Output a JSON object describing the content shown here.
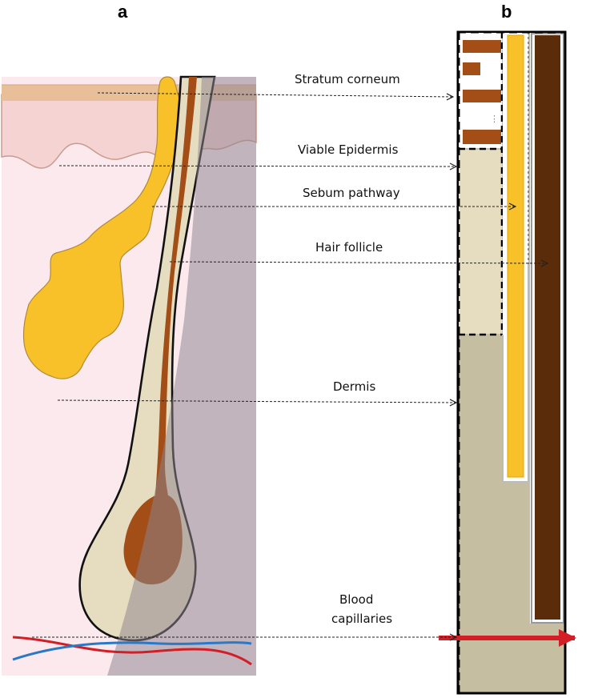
{
  "panels": {
    "a": "a",
    "b": "b"
  },
  "labels": {
    "stratum_corneum": "Stratum corneum",
    "viable_epidermis": "Viable Epidermis",
    "sebum_pathway": "Sebum pathway",
    "hair_follicle": "Hair follicle",
    "dermis": "Dermis",
    "blood_capillaries_line1": "Blood",
    "blood_capillaries_line2": "capillaries"
  },
  "colors": {
    "skin_pink": "#f6d3d3",
    "dermis_pink": "#fbe9ee",
    "stratum_tan": "#e9bf9a",
    "sebum_yellow": "#f8c12a",
    "hair_brown": "#a24e16",
    "hair_dark": "#5a2c0a",
    "sheath_cream": "#e6dcbf",
    "dermis_khaki": "#c6bea0",
    "overlay_gray": "#8e8590",
    "capillary_red": "#d21f26",
    "capillary_blue": "#2a78c6"
  }
}
